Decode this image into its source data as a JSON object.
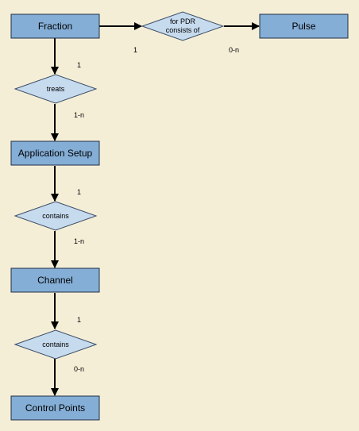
{
  "entities": {
    "fraction": "Fraction",
    "pulse": "Pulse",
    "application_setup": "Application Setup",
    "channel": "Channel",
    "control_points": "Control Points"
  },
  "relationships": {
    "pdr_line1": "for PDR",
    "pdr_line2": "consists of",
    "treats": "treats",
    "contains_1": "contains",
    "contains_2": "contains"
  },
  "cardinalities": {
    "fraction_pdr": "1",
    "pdr_pulse": "0-n",
    "fraction_treats": "1",
    "treats_setup": "1-n",
    "setup_contains": "1",
    "contains_channel": "1-n",
    "channel_contains": "1",
    "contains_points": "0-n"
  }
}
